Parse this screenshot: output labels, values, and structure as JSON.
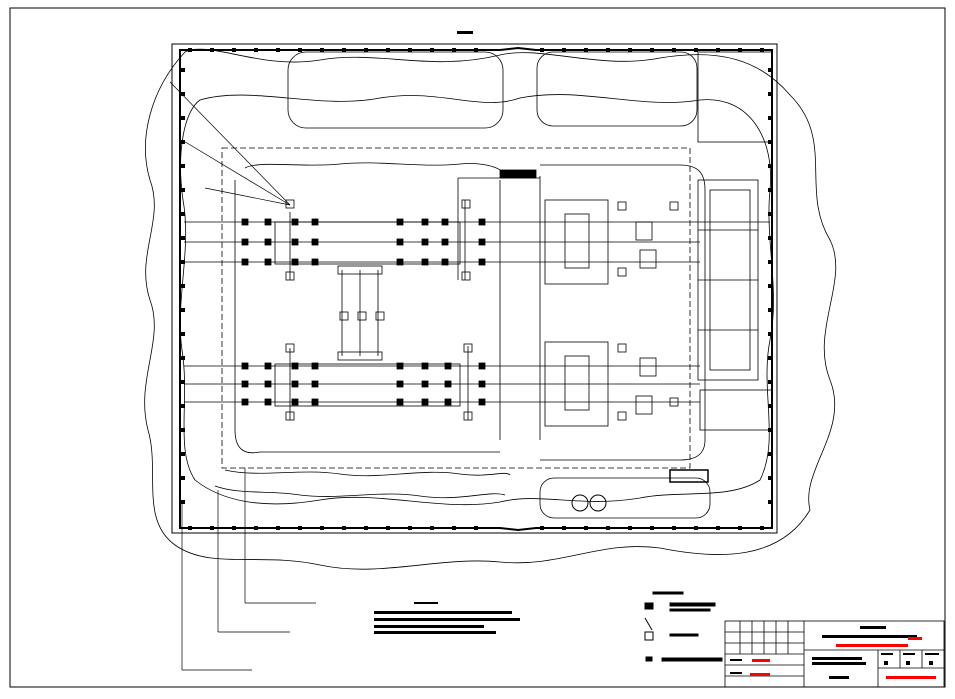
{
  "drawing": {
    "title_block": {
      "rows": 6,
      "cols": 5
    },
    "legend": {
      "items": 3
    },
    "notes": {
      "lines": 4
    },
    "colors": {
      "line": "#000000",
      "highlight": "#ff0000",
      "background": "#ffffff"
    }
  }
}
